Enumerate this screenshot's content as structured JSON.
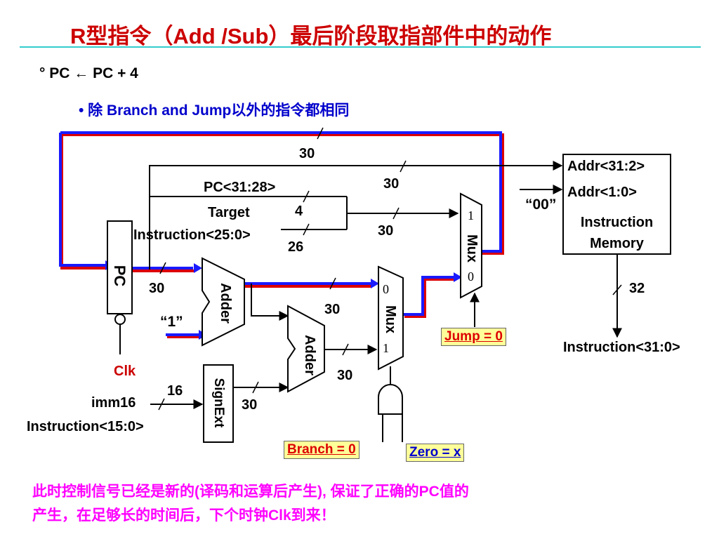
{
  "slide": {
    "title": "R型指令（Add /Sub）最后阶段取指部件中的动作",
    "bullet_main": "°  PC ← PC + 4",
    "bullet_sub": "• 除 Branch and Jump以外的指令都相同",
    "footnote_line1": "此时控制信号已经是新的(译码和运算后产生), 保证了正确的PC值的",
    "footnote_line2": "产生，在足够长的时间后，下个时钟Clk到来！"
  },
  "diagram": {
    "pc_label": "PC",
    "clk_label": "Clk",
    "adder_label": "Adder",
    "adder2_label": "Adder",
    "signext_label": "SignExt",
    "mux1_label": "Mux",
    "mux1_in_top": "0",
    "mux1_in_bottom": "1",
    "mux2_label": "Mux",
    "mux2_in_top": "1",
    "mux2_in_bottom": "0",
    "const_one": "“1”",
    "const_00": "“00”",
    "imm16": "imm16",
    "instr_15_0": "Instruction<15:0>",
    "pc_31_28": "PC<31:28>",
    "target_line1": "Target",
    "target_line2": "Instruction<25:0>",
    "addr_31_2": "Addr<31:2>",
    "addr_1_0": "Addr<1:0>",
    "imem_line1": "Instruction",
    "imem_line2": "Memory",
    "instr_out": "Instruction<31:0>",
    "width_30_top": "30",
    "width_30_a": "30",
    "width_30_b": "30",
    "width_30_pc": "30",
    "width_30_c": "30",
    "width_30_d": "30",
    "width_30_e": "30",
    "width_4": "4",
    "width_26": "26",
    "width_16": "16",
    "width_32": "32",
    "jump_ctrl": "Jump = 0",
    "branch_ctrl": "Branch = 0",
    "zero_ctrl": "Zero = x"
  },
  "colors": {
    "title": "#cc0000",
    "bullet_sub": "#0000cc",
    "active_path_blue": "#1a1aff",
    "active_path_red": "#dd0000",
    "control_box_fill": "#ffff99",
    "note_magenta": "#ff00ff",
    "title_rule": "#33cccc"
  }
}
